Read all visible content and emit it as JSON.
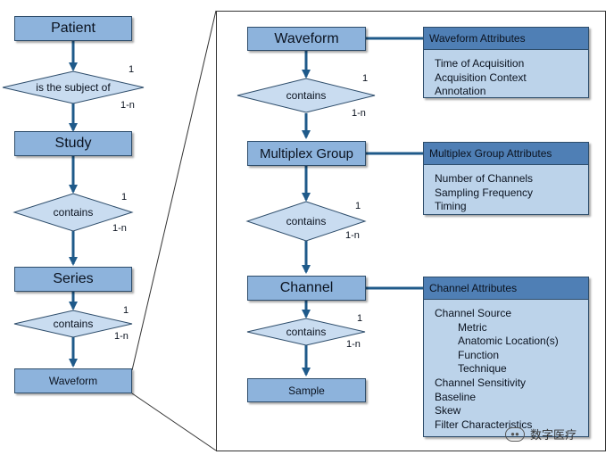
{
  "left": {
    "patient": "Patient",
    "rel1": "is the subject of",
    "rel1_one": "1",
    "rel1_many": "1-n",
    "study": "Study",
    "rel2": "contains",
    "rel2_one": "1",
    "rel2_many": "1-n",
    "series": "Series",
    "rel3": "contains",
    "rel3_one": "1",
    "rel3_many": "1-n",
    "waveform": "Waveform"
  },
  "right": {
    "waveform": "Waveform",
    "rel1": "contains",
    "rel1_one": "1",
    "rel1_many": "1-n",
    "multiplex": "Multiplex Group",
    "rel2": "contains",
    "rel2_one": "1",
    "rel2_many": "1-n",
    "channel": "Channel",
    "rel3": "contains",
    "rel3_one": "1",
    "rel3_many": "1-n",
    "sample": "Sample"
  },
  "attributes": {
    "waveform": {
      "title": "Waveform Attributes",
      "items": [
        "Time of Acquisition",
        "Acquisition Context",
        "Annotation"
      ]
    },
    "multiplex": {
      "title": "Multiplex Group Attributes",
      "items": [
        "Number of Channels",
        "Sampling Frequency",
        "Timing"
      ]
    },
    "channel": {
      "title": "Channel Attributes",
      "items": [
        "Channel Source",
        "Metric",
        "Anatomic Location(s)",
        "Function",
        "Technique",
        "Channel Sensitivity",
        "Baseline",
        "Skew",
        "Filter Characteristics"
      ]
    }
  },
  "watermark": "数字医疗",
  "colors": {
    "entity": "#8db3dc",
    "diamond": "#c9dcf0",
    "attr_head": "#4f7fb5",
    "attr_body": "#bcd3ea",
    "arrow": "#1f5a8a"
  }
}
